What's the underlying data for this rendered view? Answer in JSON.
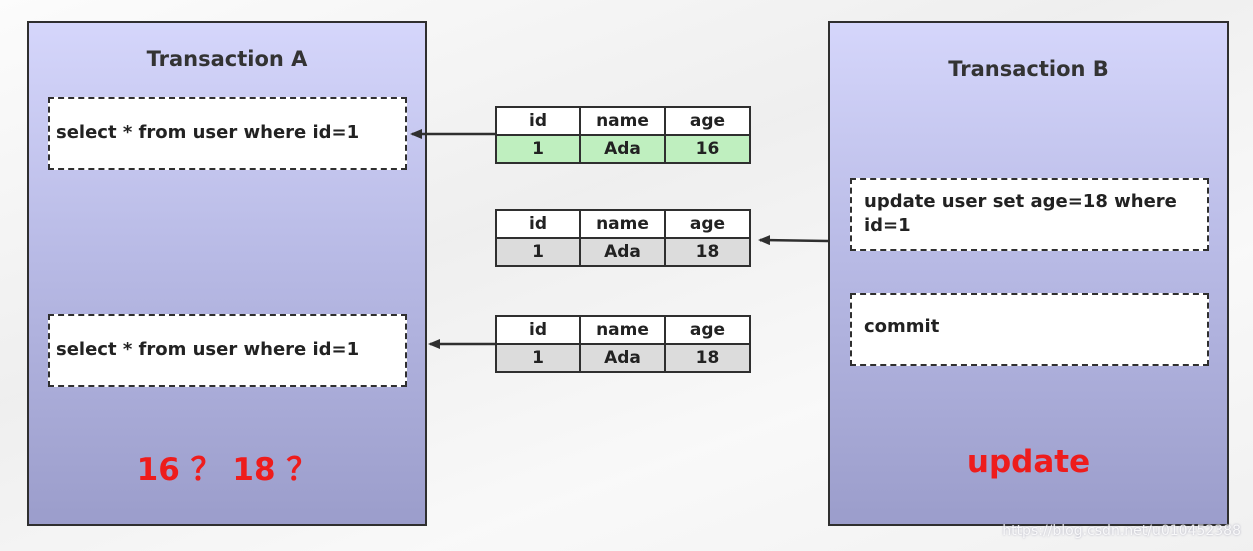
{
  "transaction_a": {
    "title": "Transaction A",
    "query_1": "select * from user where id=1",
    "query_2": "select * from user where id=1",
    "result_question": "16 ？ 18 ？"
  },
  "transaction_b": {
    "title": "Transaction B",
    "update_statement": "update user set age=18 where id=1",
    "commit_statement": "commit",
    "action_label": "update"
  },
  "tables": [
    {
      "headers": [
        "id",
        "name",
        "age"
      ],
      "row": [
        "1",
        "Ada",
        "16"
      ]
    },
    {
      "headers": [
        "id",
        "name",
        "age"
      ],
      "row": [
        "1",
        "Ada",
        "18"
      ]
    },
    {
      "headers": [
        "id",
        "name",
        "age"
      ],
      "row": [
        "1",
        "Ada",
        "18"
      ]
    }
  ],
  "colors": {
    "panel_top": "#d5d6fb",
    "panel_bottom": "#9b9dcb",
    "highlight_row": "#bfefbf",
    "normal_row": "#dcdcdc",
    "accent_red": "#ee1c1c"
  },
  "watermark": "https://blog.csdn.net/u010452388"
}
